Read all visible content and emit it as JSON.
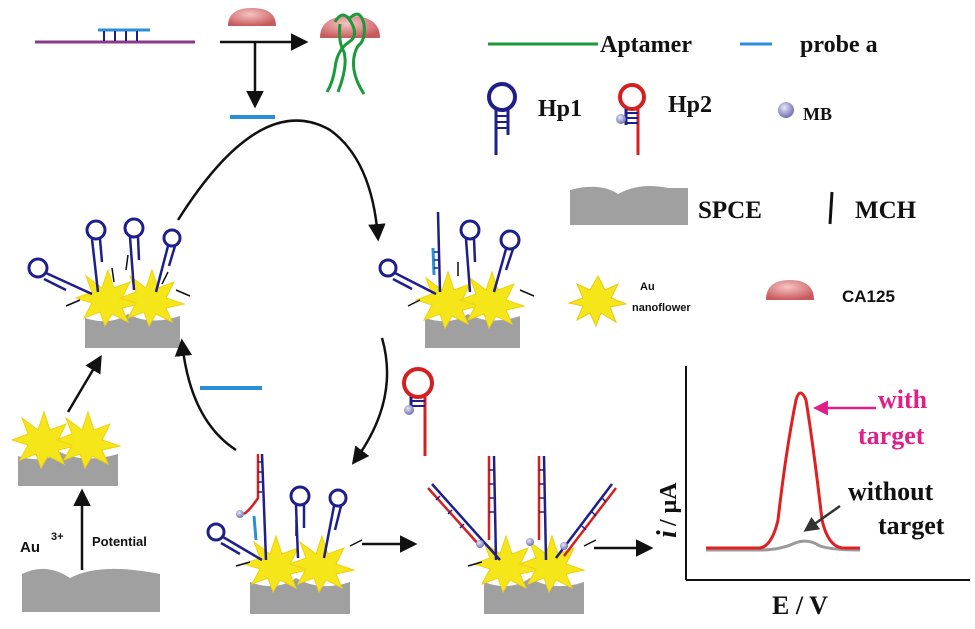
{
  "legend": {
    "aptamer": "Aptamer",
    "probe_a": "probe a",
    "hp1": "Hp1",
    "hp2": "Hp2",
    "mb": "MB",
    "spce": "SPCE",
    "mch": "MCH",
    "au_line1": "Au",
    "au_line2": "nanoflower",
    "ca125": "CA125"
  },
  "electrodeposition": {
    "au_label": "Au",
    "au_superscript": "3+",
    "potential_label": "Potential"
  },
  "graph": {
    "y_axis_label_i": "i",
    "y_axis_label_unit": "/ μA",
    "x_axis_label": "E / V",
    "with_target_line1": "with",
    "with_target_line2": "target",
    "without_target_line1": "without",
    "without_target_line2": "target"
  },
  "colors": {
    "hp1": "#1f1f8c",
    "hp2": "#d42020",
    "aptamer": "#1a9a3a",
    "probe_a": "#2a8fd6",
    "dna_purple": "#8a3a8a",
    "gold": "#f5e61a",
    "electrode": "#a0a0a0",
    "protein": "#d9777a",
    "mb": "#9a98d0",
    "with_target": "#e0208a",
    "curve_with": "#e02020",
    "curve_without": "#9a9a9a"
  }
}
